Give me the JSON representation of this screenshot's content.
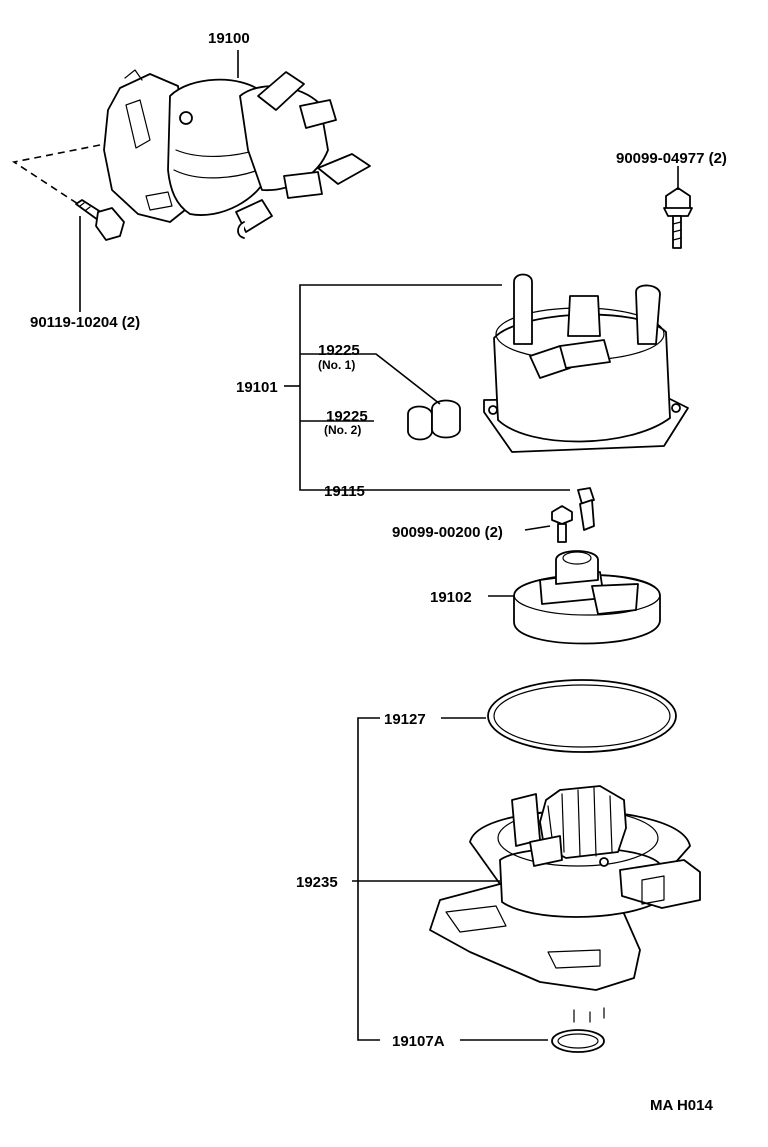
{
  "diagram_code": "MA H014",
  "parts": {
    "distributor_assy": "19100",
    "bolt_distributor": "90119-10204 (2)",
    "cap_screw": "90099-04977 (2)",
    "cap_assy": "19101",
    "spark_cap_1": "19225",
    "spark_cap_1_note": "(No. 1)",
    "spark_cap_2": "19225",
    "spark_cap_2_note": "(No. 2)",
    "electrode": "19115",
    "rotor_screw": "90099-00200 (2)",
    "rotor": "19102",
    "gasket": "19127",
    "housing_assy": "19235",
    "o_ring": "19107A"
  }
}
